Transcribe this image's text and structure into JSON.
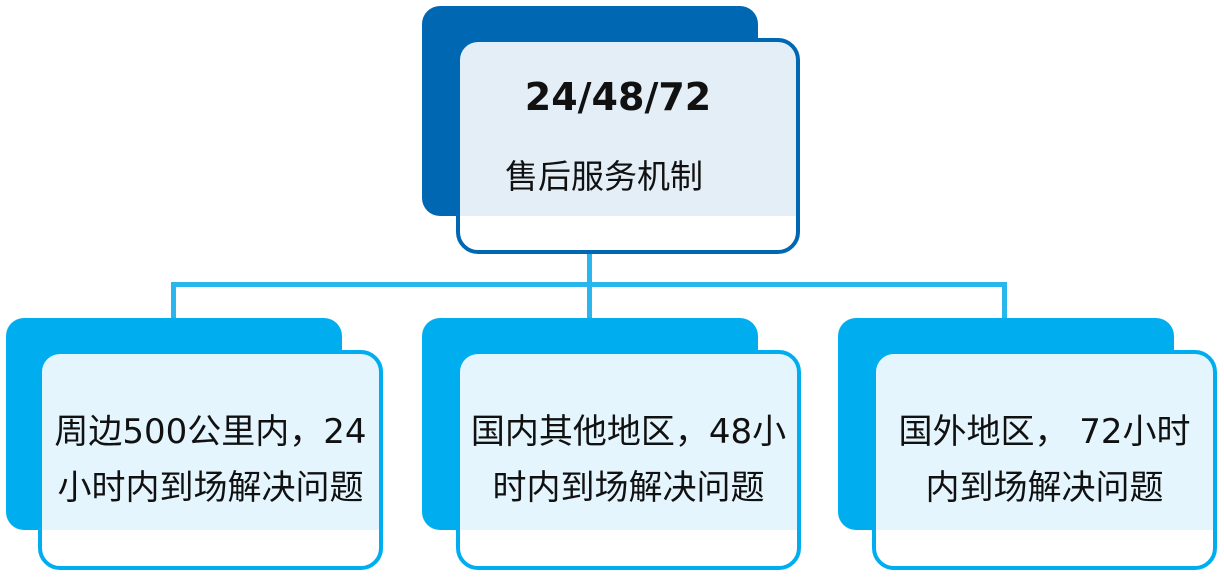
{
  "top": {
    "title": "24/48/72",
    "subtitle": "售后服务机制"
  },
  "branches": [
    {
      "text": "周边500公里内，24小时内到场解决问题"
    },
    {
      "text": "国内其他地区，48小时内到场解决问题"
    },
    {
      "text": "国外地区， 72小时内到场解决问题"
    }
  ],
  "colors": {
    "top_box": "#0067b3",
    "branch_box": "#00aeef",
    "connector": "#29b6ee",
    "top_fill": "#e3eef7",
    "branch_fill": "#e4f5fd"
  }
}
